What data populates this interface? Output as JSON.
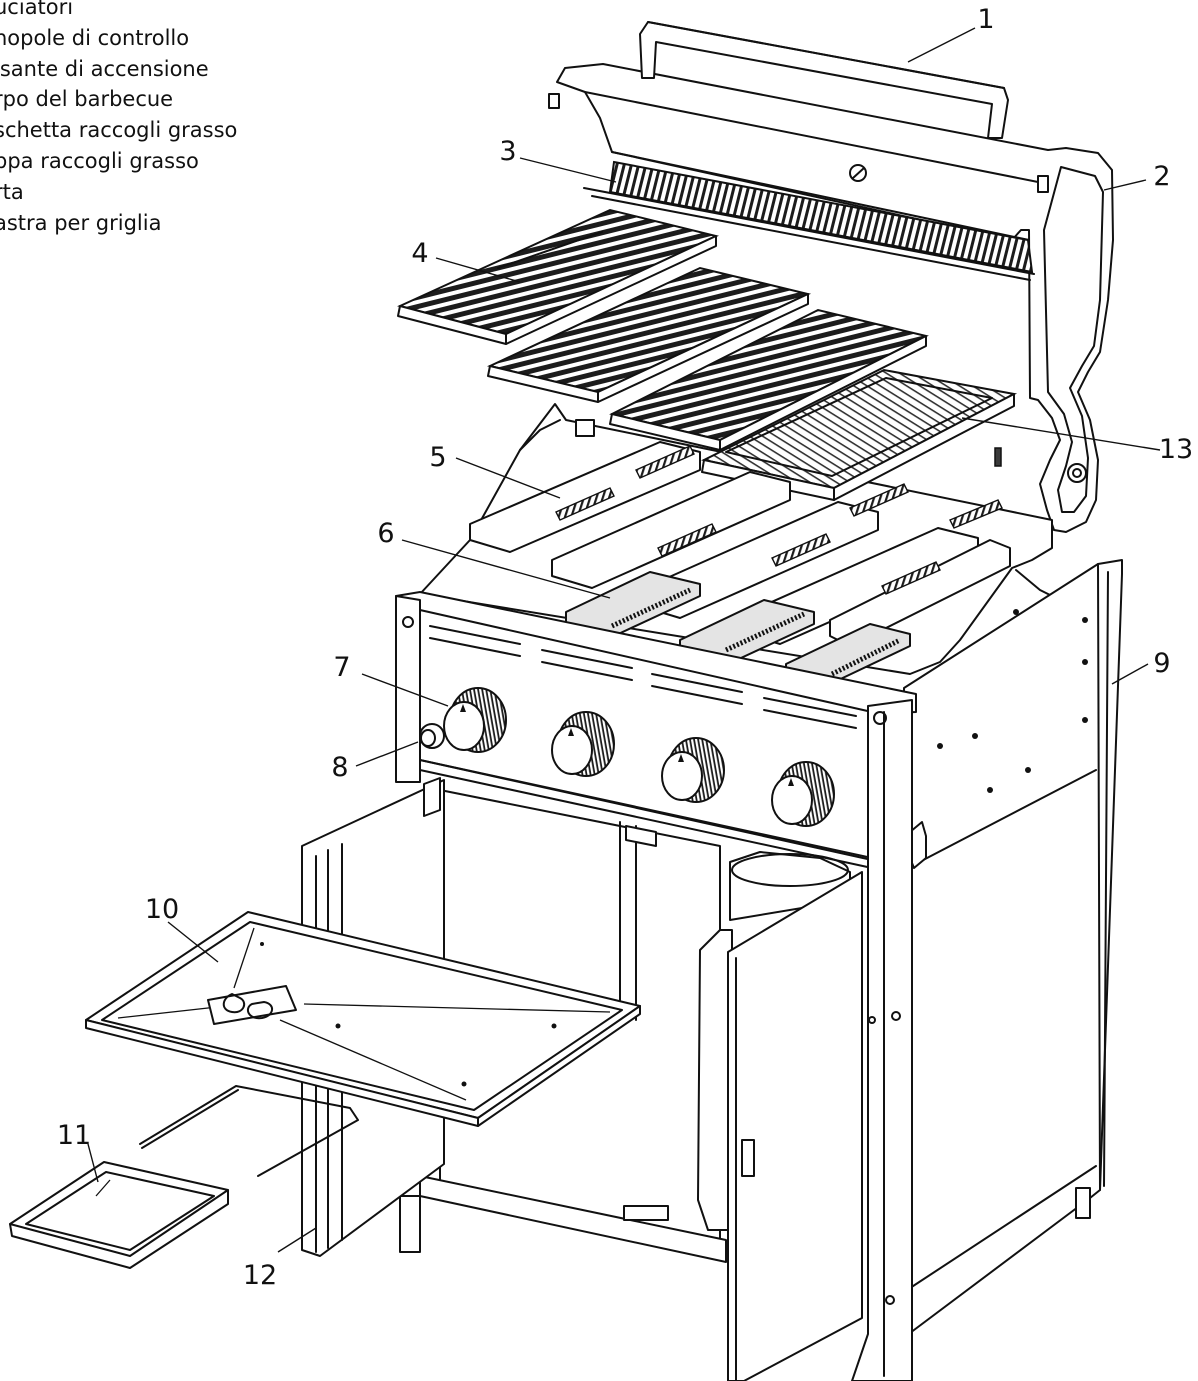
{
  "legend": [
    "uciatori",
    "nopole di controllo",
    "lsante di accensione",
    "rpo del barbecue",
    "schetta raccogli grasso",
    "ppa raccogli grasso",
    "rta",
    "astra per griglia"
  ],
  "callouts": {
    "c1": "1",
    "c2": "2",
    "c3": "3",
    "c4": "4",
    "c5": "5",
    "c6": "6",
    "c7": "7",
    "c8": "8",
    "c9": "9",
    "c10": "10",
    "c11": "11",
    "c12": "12",
    "c13": "13"
  }
}
